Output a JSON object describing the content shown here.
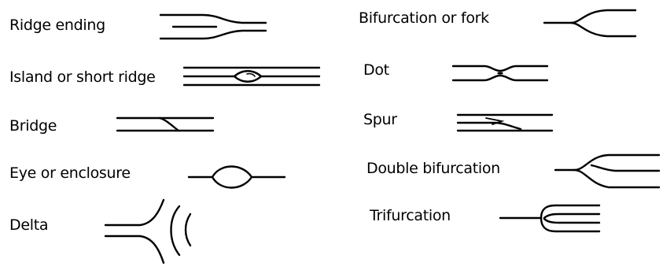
{
  "minutiae": {
    "ridge_ending": "Ridge ending",
    "island": "Island or short ridge",
    "bridge": "Bridge",
    "eye": "Eye or enclosure",
    "delta": "Delta",
    "bifurcation": "Bifurcation or fork",
    "dot": "Dot",
    "spur": "Spur",
    "double_bifurcation": "Double bifurcation",
    "trifurcation": "Trifurcation"
  }
}
